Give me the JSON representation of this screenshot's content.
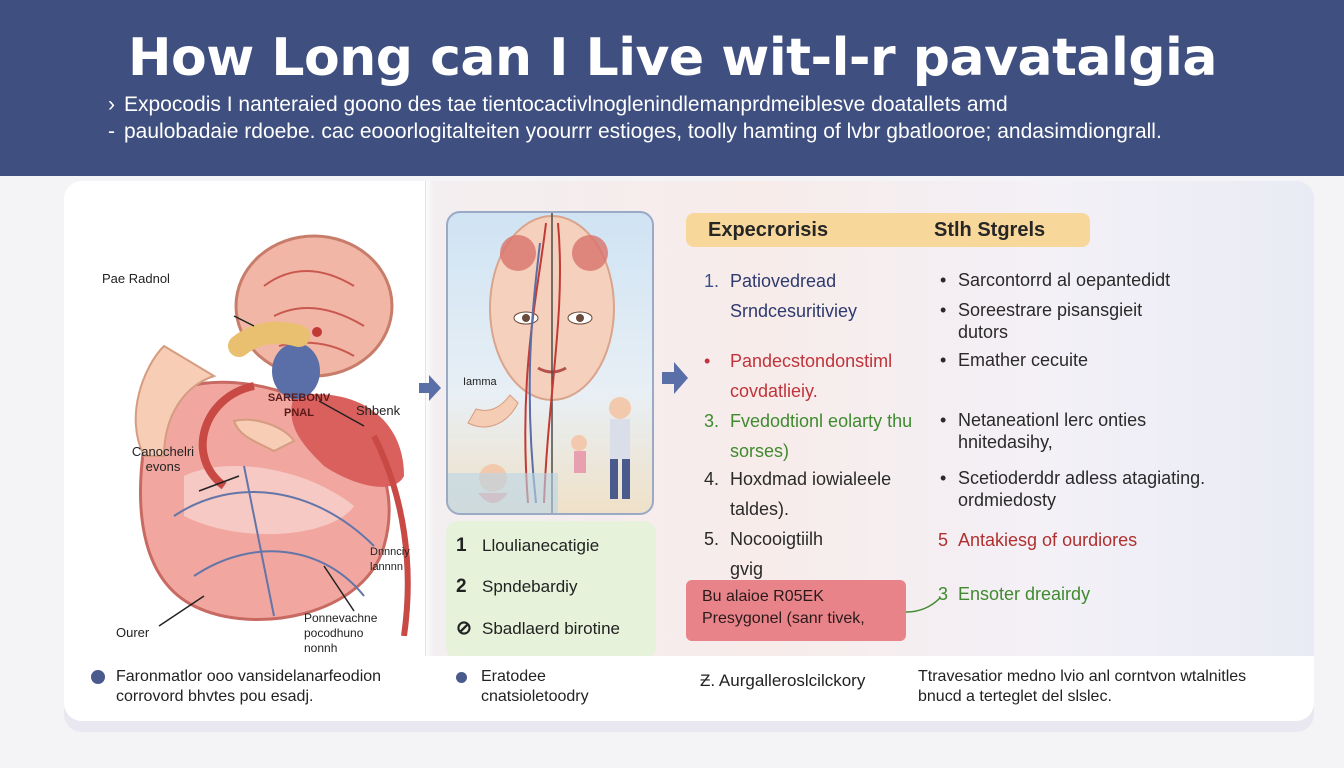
{
  "header": {
    "title": "How Long can I Live wit-l-r pavatalgia",
    "subtitle_lines": [
      {
        "marker": "›",
        "text": "Expocodis I nanteraied goono des tae tientocactivlnoglenindlemanprdmeiblesve doatallets amd"
      },
      {
        "marker": "-",
        "text": "paulobadaie rdoebe. cac eooorlogitalteiten yoourrr estioges, toolly hamting of lvbr gbatlooroe; andasimdiongrall."
      }
    ]
  },
  "organ_labels": [
    "Pae Radnol",
    "SAREBONV PNAL",
    "Shbenk",
    "Canochelri evons",
    "Dnnnciy lannnn",
    "Ourer",
    "Ponnevachne pocodhuno nonnh"
  ],
  "face_panel": {
    "label": "Iamma"
  },
  "green_list": [
    {
      "num": "1",
      "text": "Lloulianecatigie"
    },
    {
      "num": "2",
      "text": "Spndebardiy"
    },
    {
      "num": "⊘",
      "text": "Sbadlaerd birotine"
    }
  ],
  "columns": {
    "left_header": "Expecrorisis",
    "right_header": "Stlh Stgrels"
  },
  "numbered_list": [
    {
      "num": "1.",
      "lines": [
        "Patiovedread",
        "Srndcesuritiviey"
      ],
      "color": "#2e3a6e",
      "num_color": "#3b4f8a"
    },
    {
      "num": "•",
      "lines": [
        "Pandecstondonstiml",
        "covdatlieiy."
      ],
      "color": "#c0333b",
      "num_color": "#c0333b"
    },
    {
      "num": "3.",
      "lines": [
        "Fvedodtionl eolarty thu",
        "sorses)"
      ],
      "color": "#3f8a2f",
      "num_color": "#3f8a2f"
    },
    {
      "num": "4.",
      "lines": [
        "Hoxdmad iowialeele",
        "taldes)."
      ],
      "color": "#2a2a2a",
      "num_color": "#2a2a2a"
    },
    {
      "num": "5.",
      "lines": [
        "Nocooigtiilh",
        "gvig"
      ],
      "color": "#2a2a2a",
      "num_color": "#2a2a2a"
    }
  ],
  "bullet_list": [
    {
      "lines": [
        "Sarcontorrd al oepantedidt"
      ],
      "color": "#2a2a2a"
    },
    {
      "lines": [
        "Soreestrare pisansgieit",
        "dutors"
      ],
      "color": "#2a2a2a"
    },
    {
      "lines": [
        "Emather cecuite"
      ],
      "color": "#2a2a2a"
    },
    {
      "lines": [
        "Netaneationl lerc onties",
        "hnitedasihy,"
      ],
      "color": "#2a2a2a"
    },
    {
      "lines": [
        "Scetioderddr adless atagiating.",
        "ordmiedosty"
      ],
      "color": "#2a2a2a"
    }
  ],
  "item5_right": {
    "num": "5",
    "text": "Antakiesg of ourdiores",
    "color": "#b03030"
  },
  "item_check": {
    "num": "3",
    "text": "Ensoter dreairdy",
    "color": "#3f8a2f"
  },
  "pink_box": {
    "lines": [
      "Bu alaioe R05EK",
      "Presygonel (sanr tivek,"
    ]
  },
  "footer": [
    {
      "marker": "dot",
      "lines": [
        "Faronmatlor ooo vansidelanarfeodion",
        "corrovord bhvtes pou esadj."
      ]
    },
    {
      "marker": "dot",
      "lines": [
        "Eratodee",
        "cnatsioletoodry"
      ]
    },
    {
      "marker": "Ƶ.",
      "lines": [
        "Aurgalleroslcilckory"
      ]
    },
    {
      "marker": "",
      "lines": [
        "Ttravesatior medno lvio anl corntvon wtalnitles",
        "bnucd a terteglet del slslec."
      ]
    }
  ]
}
